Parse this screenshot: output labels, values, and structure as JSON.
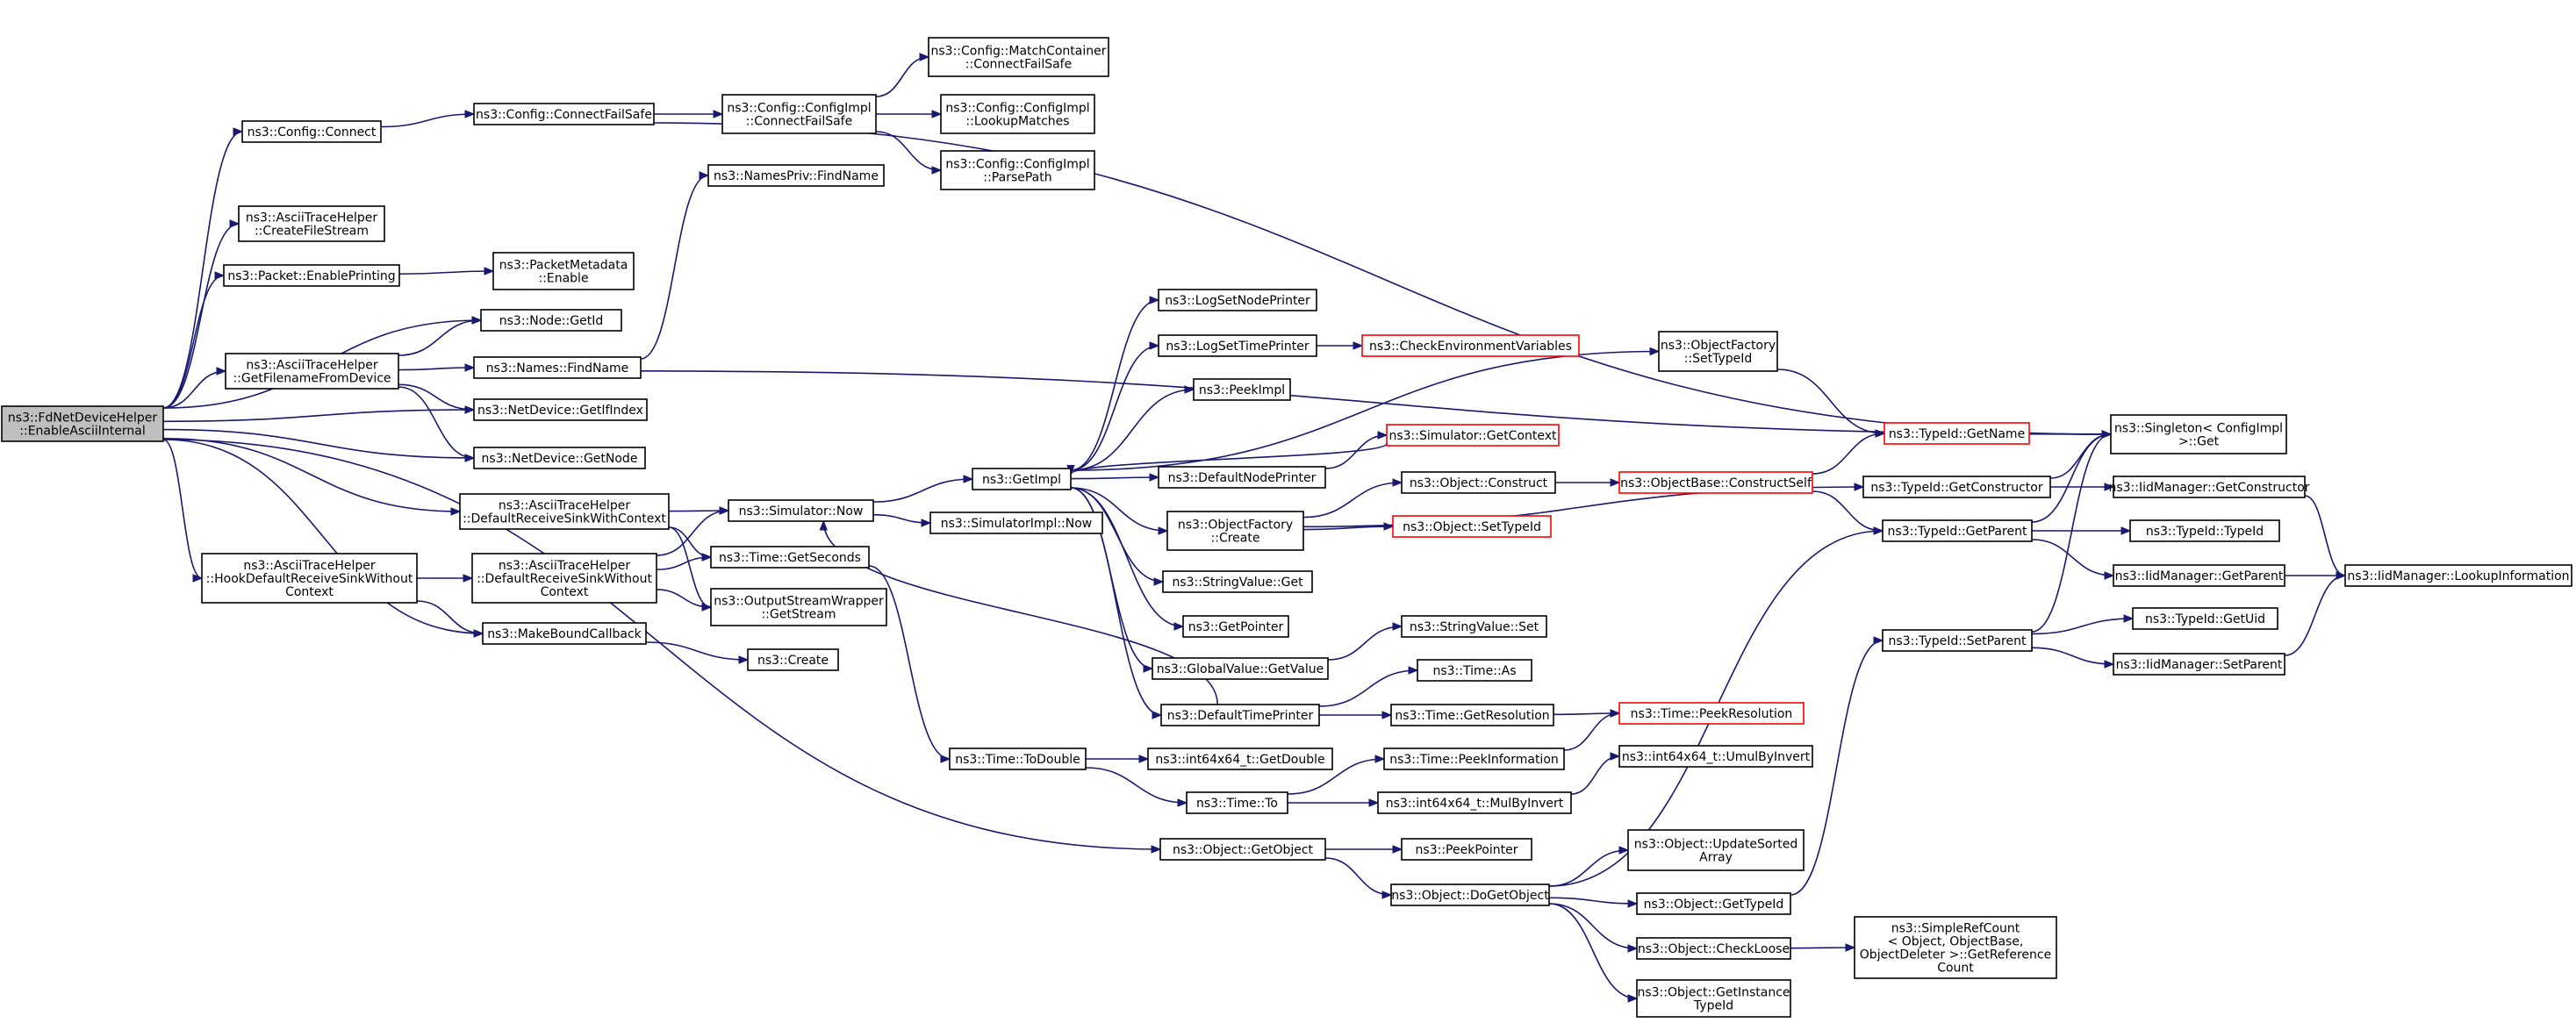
{
  "diagram": {
    "type": "call-graph",
    "colors": {
      "edge": "#191970",
      "node_border": "#000000",
      "node_border_truncated": "#ff0000",
      "node_fill": "#ffffff",
      "root_fill": "#bfbfbf"
    },
    "nodes": [
      {
        "id": "root",
        "lines": [
          "ns3::FdNetDeviceHelper",
          "::EnableAsciiInternal"
        ],
        "root": true
      },
      {
        "id": "cfgConnect",
        "lines": [
          "ns3::Config::Connect"
        ]
      },
      {
        "id": "cfgCFS",
        "lines": [
          "ns3::Config::ConnectFailSafe"
        ]
      },
      {
        "id": "cfgImplCFS",
        "lines": [
          "ns3::Config::ConfigImpl",
          "::ConnectFailSafe"
        ]
      },
      {
        "id": "matchCFS",
        "lines": [
          "ns3::Config::MatchContainer",
          "::ConnectFailSafe"
        ]
      },
      {
        "id": "lookupMatches",
        "lines": [
          "ns3::Config::ConfigImpl",
          "::LookupMatches"
        ]
      },
      {
        "id": "parsePath",
        "lines": [
          "ns3::Config::ConfigImpl",
          "::ParsePath"
        ]
      },
      {
        "id": "createFileStream",
        "lines": [
          "ns3::AsciiTraceHelper",
          "::CreateFileStream"
        ]
      },
      {
        "id": "enablePrinting",
        "lines": [
          "ns3::Packet::EnablePrinting"
        ]
      },
      {
        "id": "pmEnable",
        "lines": [
          "ns3::PacketMetadata",
          "::Enable"
        ]
      },
      {
        "id": "namesPrivFind",
        "lines": [
          "ns3::NamesPriv::FindName"
        ]
      },
      {
        "id": "nodeGetId",
        "lines": [
          "ns3::Node::GetId"
        ]
      },
      {
        "id": "getFilename",
        "lines": [
          "ns3::AsciiTraceHelper",
          "::GetFilenameFromDevice"
        ]
      },
      {
        "id": "namesFind",
        "lines": [
          "ns3::Names::FindName"
        ]
      },
      {
        "id": "getIfIndex",
        "lines": [
          "ns3::NetDevice::GetIfIndex"
        ]
      },
      {
        "id": "getNode",
        "lines": [
          "ns3::NetDevice::GetNode"
        ]
      },
      {
        "id": "defRecvCtx",
        "lines": [
          "ns3::AsciiTraceHelper",
          "::DefaultReceiveSinkWithContext"
        ]
      },
      {
        "id": "hookDefault",
        "lines": [
          "ns3::AsciiTraceHelper",
          "::HookDefaultReceiveSinkWithout",
          "Context"
        ]
      },
      {
        "id": "defRecvNoCtx",
        "lines": [
          "ns3::AsciiTraceHelper",
          "::DefaultReceiveSinkWithout",
          "Context"
        ]
      },
      {
        "id": "simNow",
        "lines": [
          "ns3::Simulator::Now"
        ]
      },
      {
        "id": "getSeconds",
        "lines": [
          "ns3::Time::GetSeconds"
        ]
      },
      {
        "id": "getStream",
        "lines": [
          "ns3::OutputStreamWrapper",
          "::GetStream"
        ]
      },
      {
        "id": "makeBound",
        "lines": [
          "ns3::MakeBoundCallback"
        ]
      },
      {
        "id": "create",
        "lines": [
          "ns3::Create"
        ]
      },
      {
        "id": "getImpl",
        "lines": [
          "ns3::GetImpl"
        ]
      },
      {
        "id": "simImplNow",
        "lines": [
          "ns3::SimulatorImpl::Now"
        ]
      },
      {
        "id": "logNodePrinter",
        "lines": [
          "ns3::LogSetNodePrinter"
        ]
      },
      {
        "id": "logTimePrinter",
        "lines": [
          "ns3::LogSetTimePrinter"
        ]
      },
      {
        "id": "checkEnv",
        "lines": [
          "ns3::CheckEnvironmentVariables"
        ],
        "truncated": true
      },
      {
        "id": "peekImpl",
        "lines": [
          "ns3::PeekImpl"
        ]
      },
      {
        "id": "simGetContext",
        "lines": [
          "ns3::Simulator::GetContext"
        ],
        "truncated": true
      },
      {
        "id": "defNodePrinter",
        "lines": [
          "ns3::DefaultNodePrinter"
        ]
      },
      {
        "id": "objFactoryCreate",
        "lines": [
          "ns3::ObjectFactory",
          "::Create"
        ]
      },
      {
        "id": "objConstruct",
        "lines": [
          "ns3::Object::Construct"
        ]
      },
      {
        "id": "objSetTypeId",
        "lines": [
          "ns3::Object::SetTypeId"
        ],
        "truncated": true
      },
      {
        "id": "objBaseConstructSelf",
        "lines": [
          "ns3::ObjectBase::ConstructSelf"
        ],
        "truncated": true
      },
      {
        "id": "strValueGet",
        "lines": [
          "ns3::StringValue::Get"
        ]
      },
      {
        "id": "getPointer",
        "lines": [
          "ns3::GetPointer"
        ]
      },
      {
        "id": "globalValueGet",
        "lines": [
          "ns3::GlobalValue::GetValue"
        ]
      },
      {
        "id": "strValueSet",
        "lines": [
          "ns3::StringValue::Set"
        ]
      },
      {
        "id": "defTimePrinter",
        "lines": [
          "ns3::DefaultTimePrinter"
        ]
      },
      {
        "id": "timeAs",
        "lines": [
          "ns3::Time::As"
        ]
      },
      {
        "id": "timeGetRes",
        "lines": [
          "ns3::Time::GetResolution"
        ]
      },
      {
        "id": "timePeekRes",
        "lines": [
          "ns3::Time::PeekResolution"
        ],
        "truncated": true
      },
      {
        "id": "timeToDouble",
        "lines": [
          "ns3::Time::ToDouble"
        ]
      },
      {
        "id": "int64GetDouble",
        "lines": [
          "ns3::int64x64_t::GetDouble"
        ]
      },
      {
        "id": "timeTo",
        "lines": [
          "ns3::Time::To"
        ]
      },
      {
        "id": "timePeekInfo",
        "lines": [
          "ns3::Time::PeekInformation"
        ]
      },
      {
        "id": "int64MulByInv",
        "lines": [
          "ns3::int64x64_t::MulByInvert"
        ]
      },
      {
        "id": "int64UmulByInv",
        "lines": [
          "ns3::int64x64_t::UmulByInvert"
        ]
      },
      {
        "id": "objGetObject",
        "lines": [
          "ns3::Object::GetObject"
        ]
      },
      {
        "id": "peekPointer",
        "lines": [
          "ns3::PeekPointer"
        ]
      },
      {
        "id": "objDoGetObject",
        "lines": [
          "ns3::Object::DoGetObject"
        ]
      },
      {
        "id": "objUpdateSorted",
        "lines": [
          "ns3::Object::UpdateSorted",
          "Array"
        ]
      },
      {
        "id": "objGetTypeId",
        "lines": [
          "ns3::Object::GetTypeId"
        ]
      },
      {
        "id": "objCheckLoose",
        "lines": [
          "ns3::Object::CheckLoose"
        ]
      },
      {
        "id": "objGetInstTypeId",
        "lines": [
          "ns3::Object::GetInstance",
          "TypeId"
        ]
      },
      {
        "id": "simpleRefCount",
        "lines": [
          "ns3::SimpleRefCount",
          "< Object, ObjectBase,",
          "ObjectDeleter >::GetReference",
          "Count"
        ]
      },
      {
        "id": "objFactorySetTypeId",
        "lines": [
          "ns3::ObjectFactory",
          "::SetTypeId"
        ]
      },
      {
        "id": "typeIdGetName",
        "lines": [
          "ns3::TypeId::GetName"
        ],
        "truncated": true
      },
      {
        "id": "typeIdGetConstructor",
        "lines": [
          "ns3::TypeId::GetConstructor"
        ]
      },
      {
        "id": "typeIdGetParent",
        "lines": [
          "ns3::TypeId::GetParent"
        ]
      },
      {
        "id": "typeIdSetParent",
        "lines": [
          "ns3::TypeId::SetParent"
        ]
      },
      {
        "id": "singletonGet",
        "lines": [
          "ns3::Singleton< ConfigImpl",
          " >::Get"
        ]
      },
      {
        "id": "iidGetConstructor",
        "lines": [
          "ns3::IidManager::GetConstructor"
        ]
      },
      {
        "id": "typeIdTypeId",
        "lines": [
          "ns3::TypeId::TypeId"
        ]
      },
      {
        "id": "iidGetParent",
        "lines": [
          "ns3::IidManager::GetParent"
        ]
      },
      {
        "id": "iidLookupInfo",
        "lines": [
          "ns3::IidManager::LookupInformation"
        ]
      },
      {
        "id": "typeIdGetUid",
        "lines": [
          "ns3::TypeId::GetUid"
        ]
      },
      {
        "id": "iidSetParent",
        "lines": [
          "ns3::IidManager::SetParent"
        ]
      }
    ],
    "edges": [
      [
        "root",
        "cfgConnect"
      ],
      [
        "root",
        "createFileStream"
      ],
      [
        "root",
        "enablePrinting"
      ],
      [
        "root",
        "nodeGetId"
      ],
      [
        "root",
        "getFilename"
      ],
      [
        "root",
        "getIfIndex"
      ],
      [
        "root",
        "getNode"
      ],
      [
        "root",
        "defRecvCtx"
      ],
      [
        "root",
        "hookDefault"
      ],
      [
        "root",
        "makeBound"
      ],
      [
        "root",
        "objGetObject"
      ],
      [
        "cfgConnect",
        "cfgCFS"
      ],
      [
        "cfgCFS",
        "cfgImplCFS"
      ],
      [
        "cfgCFS",
        "singletonGet"
      ],
      [
        "cfgImplCFS",
        "matchCFS"
      ],
      [
        "cfgImplCFS",
        "lookupMatches"
      ],
      [
        "cfgImplCFS",
        "parsePath"
      ],
      [
        "enablePrinting",
        "pmEnable"
      ],
      [
        "getFilename",
        "nodeGetId"
      ],
      [
        "getFilename",
        "namesFind"
      ],
      [
        "getFilename",
        "getIfIndex"
      ],
      [
        "getFilename",
        "getNode"
      ],
      [
        "namesFind",
        "namesPrivFind"
      ],
      [
        "namesFind",
        "singletonGet"
      ],
      [
        "defRecvCtx",
        "simNow"
      ],
      [
        "defRecvCtx",
        "getSeconds"
      ],
      [
        "defRecvCtx",
        "getStream"
      ],
      [
        "hookDefault",
        "defRecvNoCtx"
      ],
      [
        "hookDefault",
        "makeBound"
      ],
      [
        "defRecvNoCtx",
        "simNow"
      ],
      [
        "defRecvNoCtx",
        "getSeconds"
      ],
      [
        "defRecvNoCtx",
        "getStream"
      ],
      [
        "makeBound",
        "create"
      ],
      [
        "simNow",
        "getImpl"
      ],
      [
        "simNow",
        "simImplNow"
      ],
      [
        "getSeconds",
        "timeToDouble"
      ],
      [
        "getImpl",
        "logNodePrinter"
      ],
      [
        "getImpl",
        "logTimePrinter"
      ],
      [
        "getImpl",
        "peekImpl"
      ],
      [
        "getImpl",
        "defNodePrinter"
      ],
      [
        "getImpl",
        "objFactoryCreate"
      ],
      [
        "getImpl",
        "strValueGet"
      ],
      [
        "getImpl",
        "getPointer"
      ],
      [
        "getImpl",
        "globalValueGet"
      ],
      [
        "getImpl",
        "defTimePrinter"
      ],
      [
        "getImpl",
        "objFactorySetTypeId"
      ],
      [
        "logTimePrinter",
        "checkEnv"
      ],
      [
        "defNodePrinter",
        "simGetContext"
      ],
      [
        "simGetContext",
        "getImpl"
      ],
      [
        "objFactoryCreate",
        "objConstruct"
      ],
      [
        "objFactoryCreate",
        "objSetTypeId"
      ],
      [
        "objFactoryCreate",
        "typeIdGetConstructor"
      ],
      [
        "objConstruct",
        "objBaseConstructSelf"
      ],
      [
        "objBaseConstructSelf",
        "typeIdGetName"
      ],
      [
        "objBaseConstructSelf",
        "typeIdGetParent"
      ],
      [
        "globalValueGet",
        "strValueSet"
      ],
      [
        "defTimePrinter",
        "simNow"
      ],
      [
        "defTimePrinter",
        "timeAs"
      ],
      [
        "defTimePrinter",
        "timeGetRes"
      ],
      [
        "timeGetRes",
        "timePeekRes"
      ],
      [
        "timeToDouble",
        "int64GetDouble"
      ],
      [
        "timeToDouble",
        "timeTo"
      ],
      [
        "timeTo",
        "timePeekInfo"
      ],
      [
        "timeTo",
        "int64MulByInv"
      ],
      [
        "timePeekInfo",
        "timePeekRes"
      ],
      [
        "int64MulByInv",
        "int64UmulByInv"
      ],
      [
        "objGetObject",
        "peekPointer"
      ],
      [
        "objGetObject",
        "objDoGetObject"
      ],
      [
        "objDoGetObject",
        "typeIdGetParent"
      ],
      [
        "objDoGetObject",
        "objUpdateSorted"
      ],
      [
        "objDoGetObject",
        "objGetTypeId"
      ],
      [
        "objDoGetObject",
        "objCheckLoose"
      ],
      [
        "objDoGetObject",
        "objGetInstTypeId"
      ],
      [
        "objCheckLoose",
        "simpleRefCount"
      ],
      [
        "objGetTypeId",
        "typeIdSetParent"
      ],
      [
        "objFactorySetTypeId",
        "typeIdGetName"
      ],
      [
        "typeIdGetName",
        "singletonGet"
      ],
      [
        "typeIdGetConstructor",
        "singletonGet"
      ],
      [
        "typeIdGetConstructor",
        "iidGetConstructor"
      ],
      [
        "typeIdGetParent",
        "singletonGet"
      ],
      [
        "typeIdGetParent",
        "typeIdTypeId"
      ],
      [
        "typeIdGetParent",
        "iidGetParent"
      ],
      [
        "typeIdSetParent",
        "singletonGet"
      ],
      [
        "typeIdSetParent",
        "typeIdGetUid"
      ],
      [
        "typeIdSetParent",
        "iidSetParent"
      ],
      [
        "iidGetConstructor",
        "iidLookupInfo"
      ],
      [
        "iidGetParent",
        "iidLookupInfo"
      ],
      [
        "iidSetParent",
        "iidLookupInfo"
      ]
    ]
  }
}
